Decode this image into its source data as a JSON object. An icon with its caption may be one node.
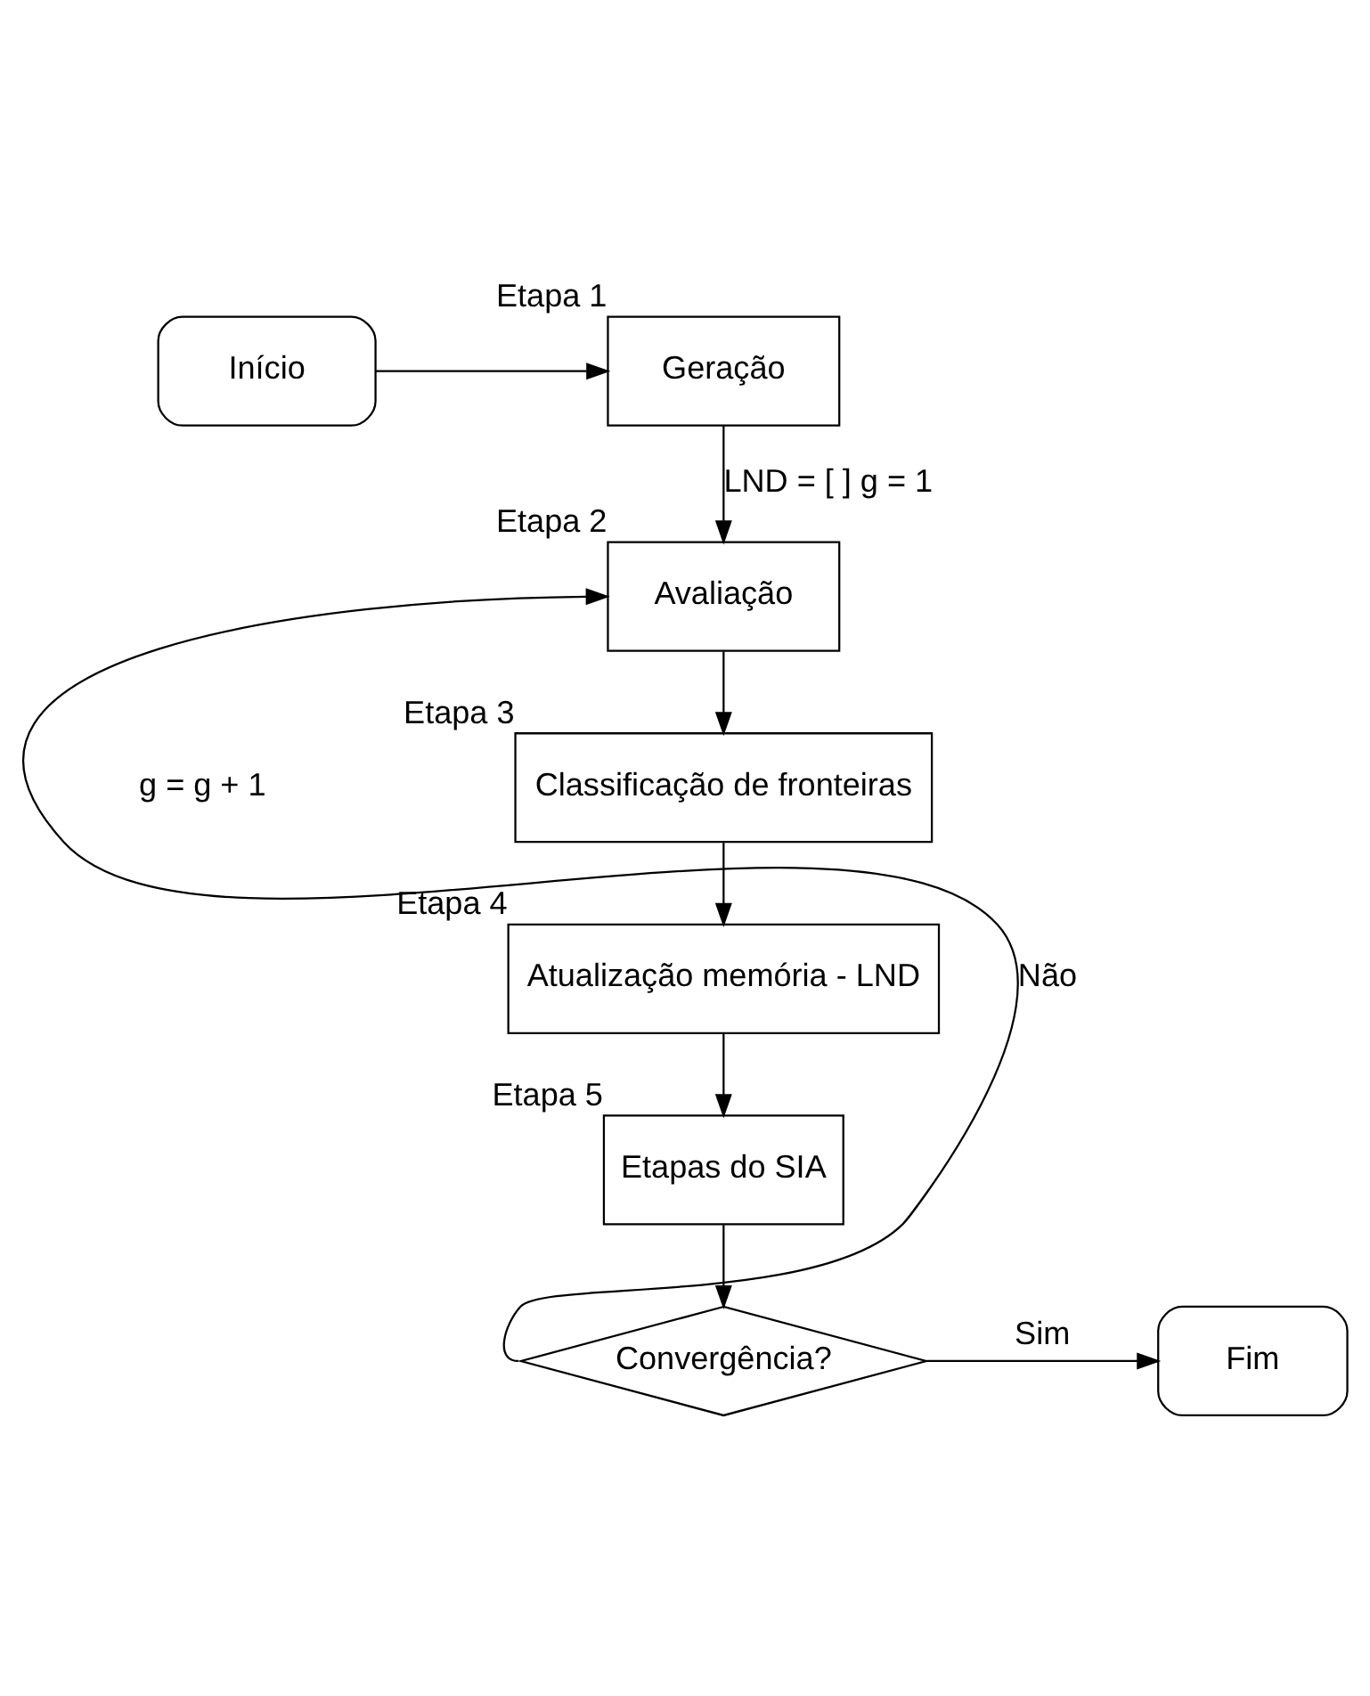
{
  "diagram": {
    "nodes": [
      {
        "text": [
          "Início"
        ]
      },
      {
        "text": [
          "Geração"
        ],
        "beside": [
          "Etapa 1"
        ]
      },
      {
        "text": [
          "Avaliação"
        ],
        "beside": [
          "Etapa 2"
        ]
      },
      {
        "text": [
          "Classificação de fronteiras"
        ],
        "beside": [
          "Etapa 3"
        ]
      },
      {
        "text": [
          "Atualização memória - LND"
        ],
        "beside": [
          "Etapa 4"
        ]
      },
      {
        "text": [
          "Etapas do SIA"
        ],
        "beside": [
          "Etapa 5"
        ]
      },
      {
        "text": [
          "Convergência?"
        ]
      },
      {
        "text": [
          "Fim"
        ]
      }
    ],
    "edges": [
      {
        "from": 0,
        "to": 1,
        "arrow": "to"
      },
      {
        "from": 1,
        "to": 2,
        "arrow": "to",
        "label": "LND = [ ] g = 1"
      },
      {
        "from": 2,
        "to": 3,
        "arrow": "to"
      },
      {
        "from": 3,
        "to": 4,
        "arrow": "to"
      },
      {
        "from": 4,
        "to": 5,
        "arrow": "to"
      },
      {
        "from": 5,
        "to": 6,
        "arrow": "to"
      },
      {
        "from": 6,
        "to": 2,
        "arrow": "to",
        "label": "Não"
      },
      {
        "from": 6,
        "to": 7,
        "arrow": "to",
        "label": "Sim"
      }
    ],
    "labels": [
      "g = g + 1"
    ]
  }
}
